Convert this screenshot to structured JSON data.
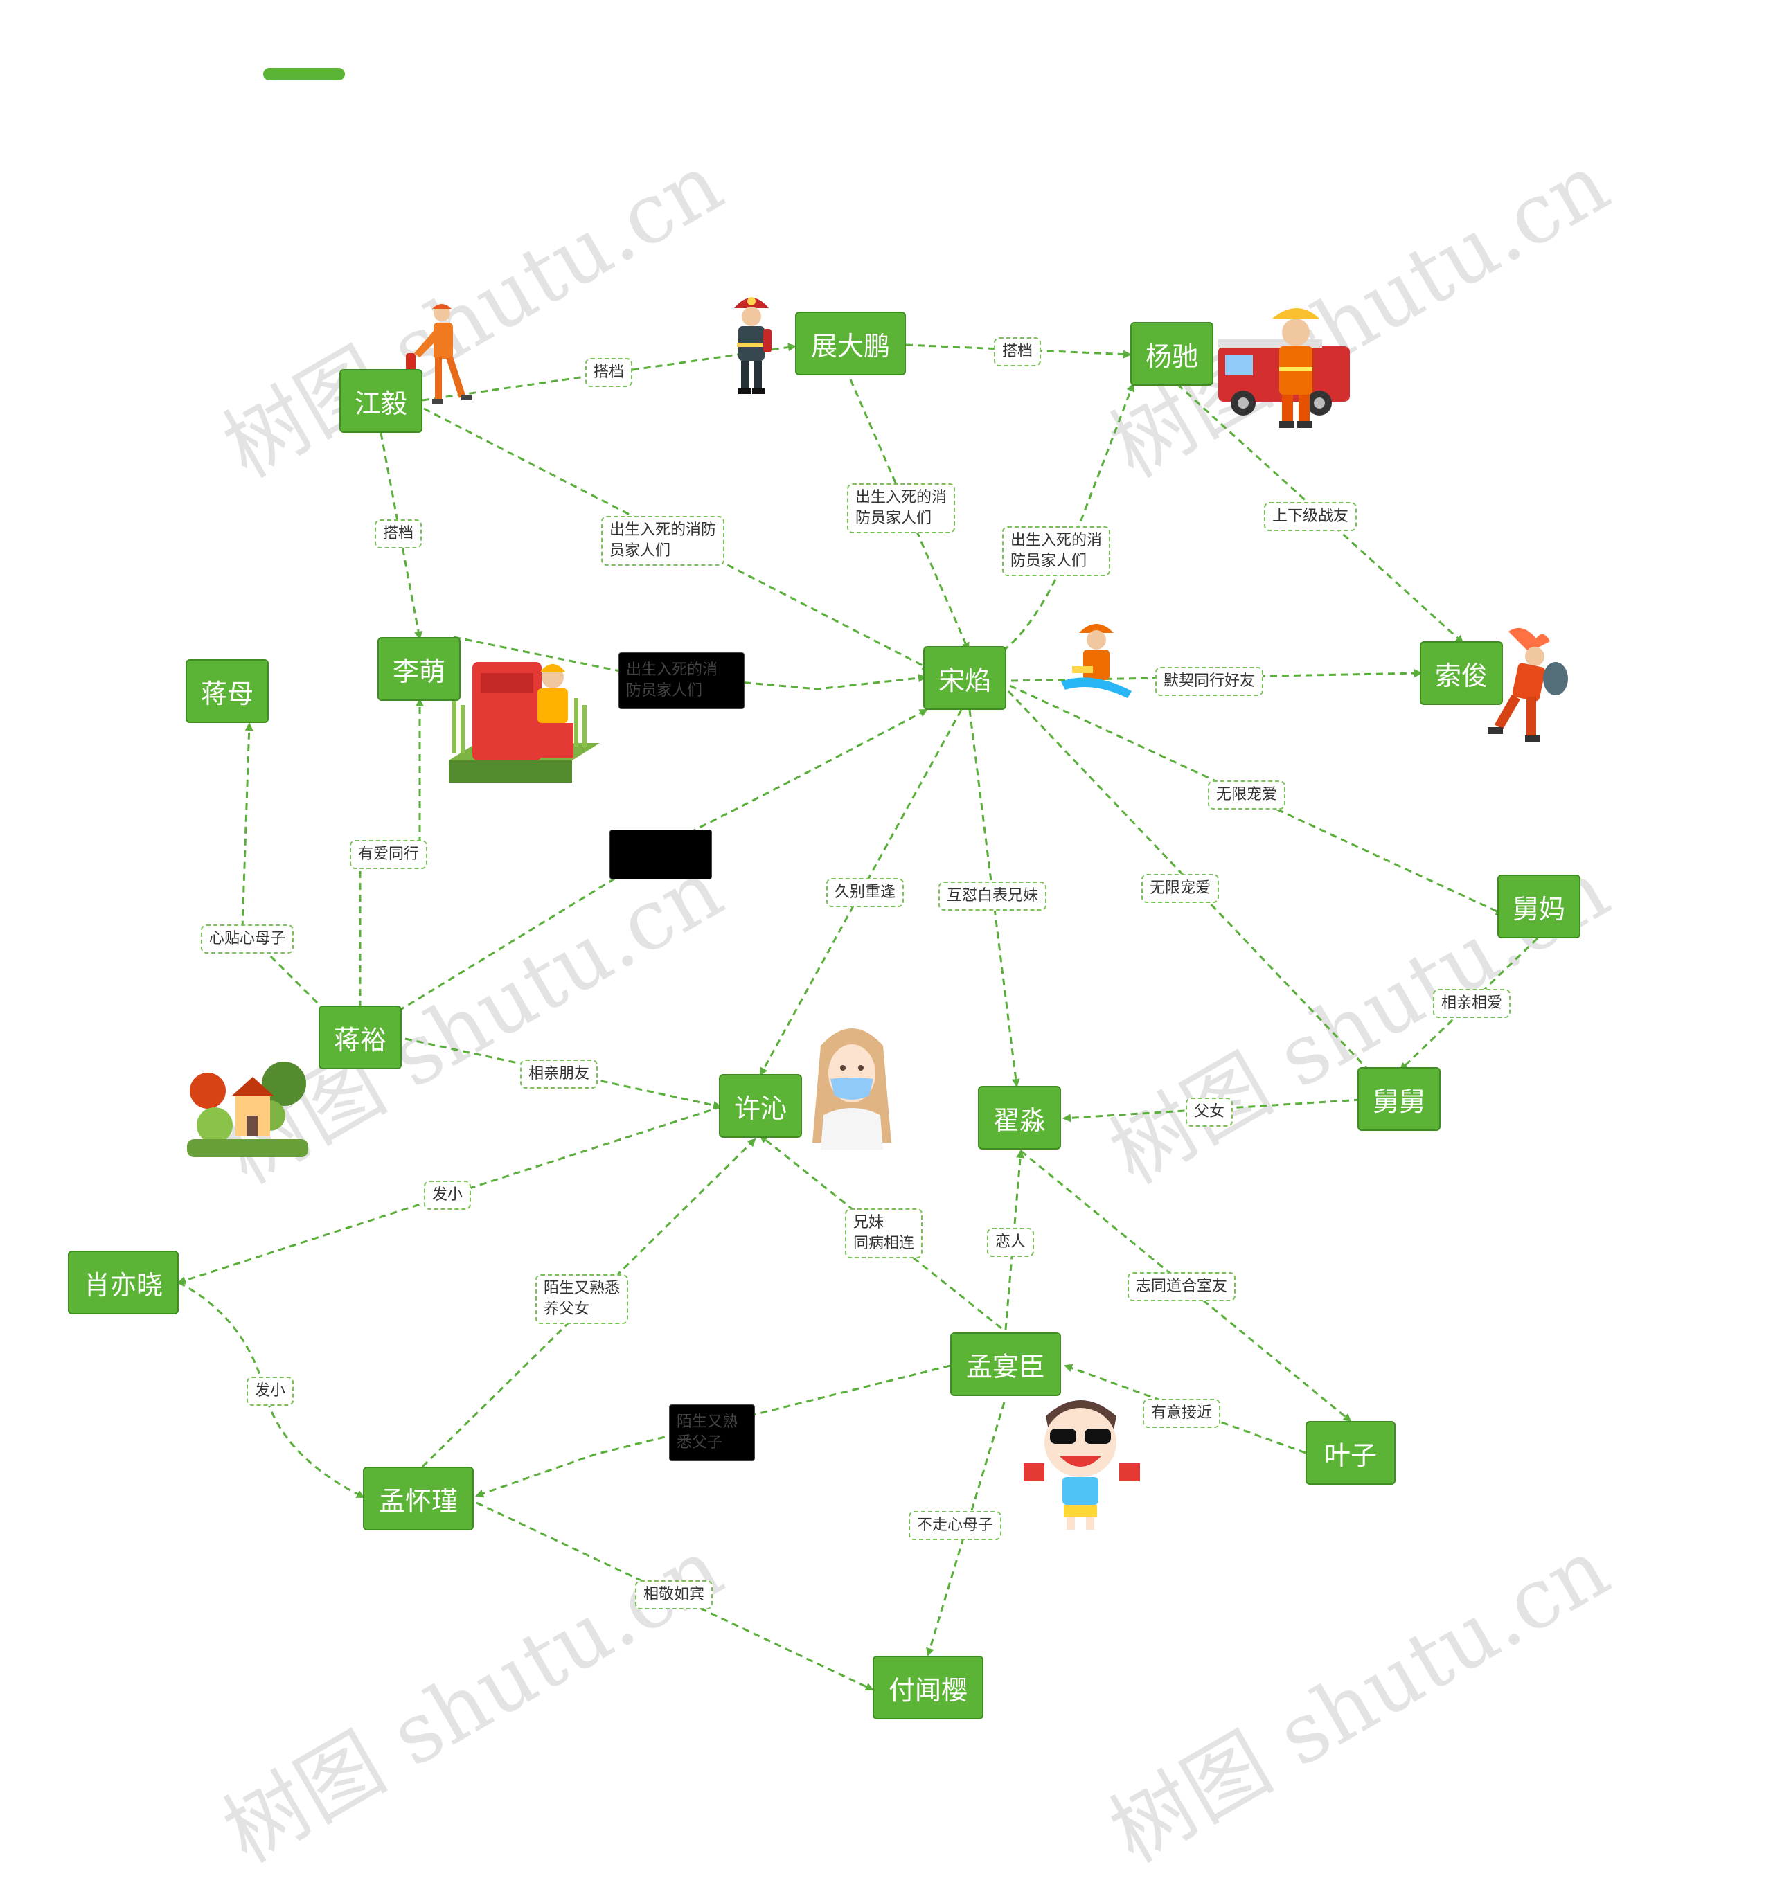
{
  "watermark": "树图 shutu.cn",
  "colors": {
    "node_fill": "#5cb436",
    "node_border": "#3f8d22",
    "edge": "#5aae3a",
    "label_border": "#7cc05a"
  },
  "nodes": {
    "jiangyi": "江毅",
    "zhandapeng": "展大鹏",
    "yangchi": "杨驰",
    "limeng": "李萌",
    "songyan": "宋焰",
    "suojun": "索俊",
    "jiangmu": "蒋母",
    "jiumа": "舅妈",
    "jiangyu": "蒋裕",
    "xuqin": "许沁",
    "zhaimiao": "翟淼",
    "jiujiu": "舅舅",
    "xiaoyixiao": "肖亦晓",
    "mengyanchen": "孟宴臣",
    "yezi": "叶子",
    "menghuaijin": "孟怀瑾",
    "fuwenying": "付闻樱"
  },
  "labels": {
    "jy_zdp": "搭档",
    "zdp_yc": "搭档",
    "jy_lm": "搭档",
    "jy_sy": "出生入死的消防\n员家人们",
    "zdp_sy": "出生入死的消\n防员家人们",
    "yc_sy": "出生入死的消\n防员家人们",
    "lm_sy": "出生入死的消\n防员家人们",
    "yc_sj": "上下级战友",
    "sy_sj": "默契同行好友",
    "sy_jm": "无限宠爱",
    "sy_jj": "无限宠爱",
    "sy_xq": "久别重逢",
    "sy_zm": "互怼白表兄妹",
    "jy_lm2": "有爱同行",
    "jmu_jy": "心贴心母子",
    "jyu_xq": "相亲朋友",
    "jm_jj": "相亲相爱",
    "jj_zm": "父女",
    "xq_xyx": "发小",
    "xq_myc": "兄妹\n同病相连",
    "zm_myc": "恋人",
    "zm_yz": "志同道合室友",
    "xq_mhj": "陌生又熟悉\n养父女",
    "xyx_mhj": "发小",
    "myc_mhj": "陌生又熟\n悉父子",
    "myc_yz": "有意接近",
    "myc_fwy": "不走心母子",
    "mhj_fwy": "相敬如宾"
  },
  "icons": [
    "firefighter-extinguisher-icon",
    "firefighter-standing-icon",
    "firetruck-firefighter-icon",
    "fire-box-icon",
    "firefighter-hose-icon",
    "firefighter-running-icon",
    "woman-mask-icon",
    "house-trees-icon",
    "man-sunglasses-icon"
  ]
}
